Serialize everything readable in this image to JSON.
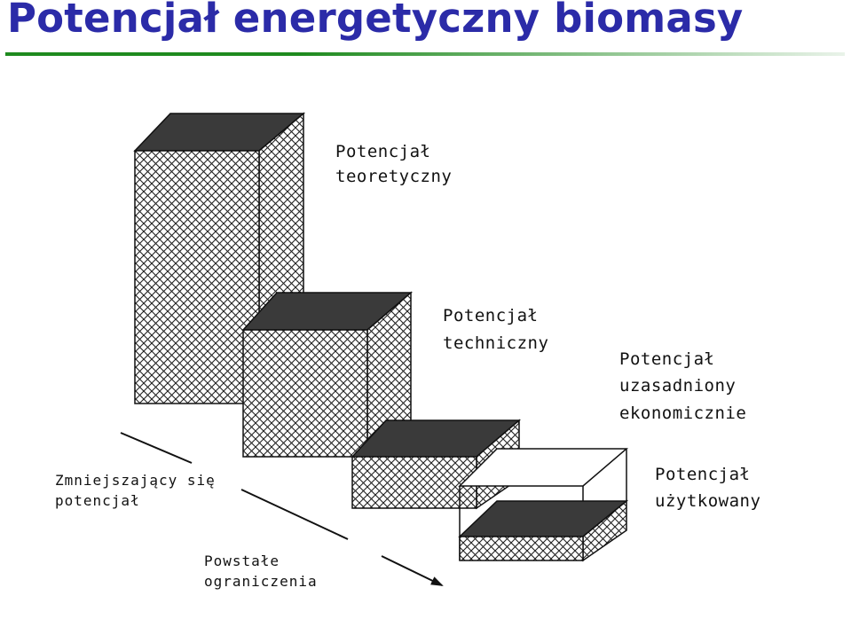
{
  "slide": {
    "title": "Potencjał energetyczny biomasy"
  },
  "diagram": {
    "blocks": [
      {
        "label_line1": "Potencjał",
        "label_line2": "teoretyczny"
      },
      {
        "label_line1": "Potencjał",
        "label_line2": "techniczny"
      },
      {
        "label_line1": "Potencjał",
        "label_line2": "uzasadniony",
        "label_line3": "ekonomicznie"
      },
      {
        "label_line1": "Potencjał",
        "label_line2": "użytkowany"
      }
    ],
    "axis_label_top_line1": "Zmniejszający się",
    "axis_label_top_line2": "potencjał",
    "axis_label_bottom_line1": "Powstałe",
    "axis_label_bottom_line2": "ograniczenia"
  },
  "colors": {
    "title": "#2b2ba8",
    "rule_start": "#1e8a1e",
    "rule_end": "#e9f3e9",
    "block_top": "#3a3a3a",
    "hatch": "#222222"
  }
}
